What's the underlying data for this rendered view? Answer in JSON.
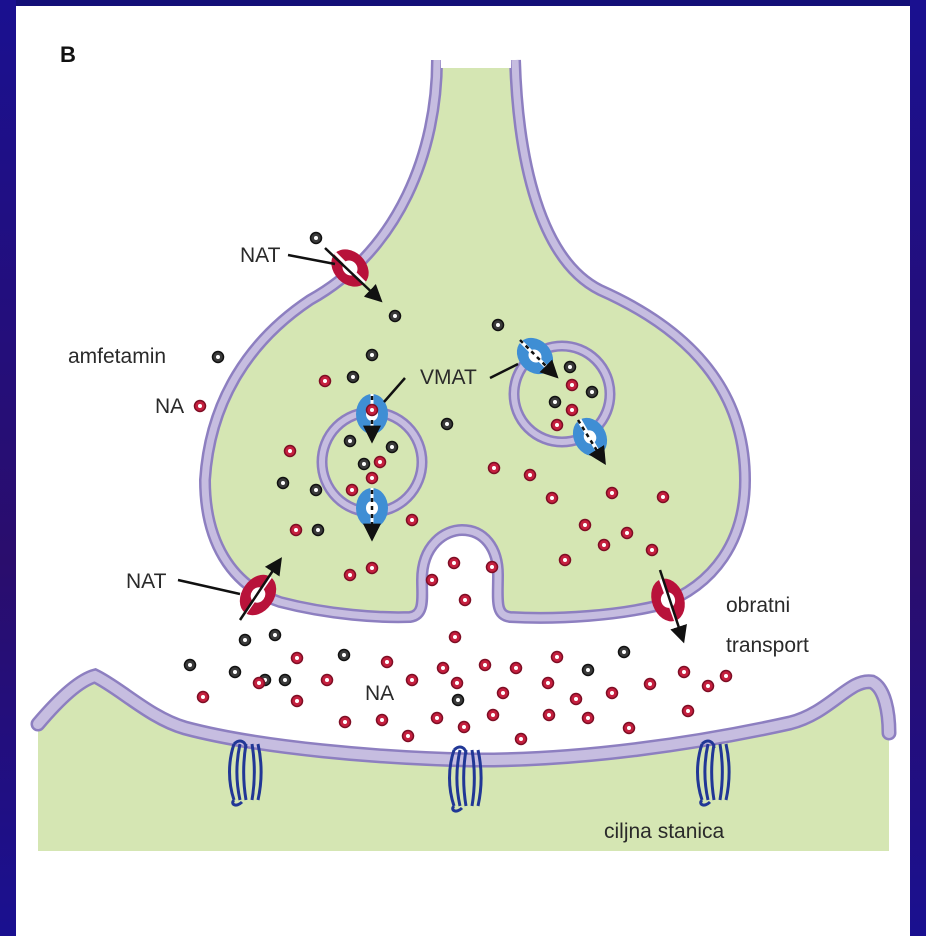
{
  "figure": {
    "panel_letter": "B",
    "legend": {
      "amphetamine": "amfetamin",
      "noradrenaline": "NA"
    },
    "labels": {
      "nat_top": "NAT",
      "nat_left": "NAT",
      "vmat": "VMAT",
      "na_cleft": "NA",
      "reverse_transport_line1": "obratni",
      "reverse_transport_line2": "transport",
      "target_cell": "ciljna stanica"
    }
  },
  "colors": {
    "slide_background": "#140f78",
    "cytoplasm": "#d5e6b3",
    "membrane": "#b7abd3",
    "membrane_edge": "#8d7fc0",
    "nat_transporter": "#b8123a",
    "vmat_transporter": "#3f8ed4",
    "receptor": "#213796",
    "amphetamine_dot": "#3b3b3b",
    "noradrenaline_dot": "#c6203f"
  },
  "icons": [
    "nat-transporter-icon",
    "vmat-transporter-icon",
    "receptor-icon",
    "amphetamine-molecule-icon",
    "noradrenaline-molecule-icon"
  ]
}
